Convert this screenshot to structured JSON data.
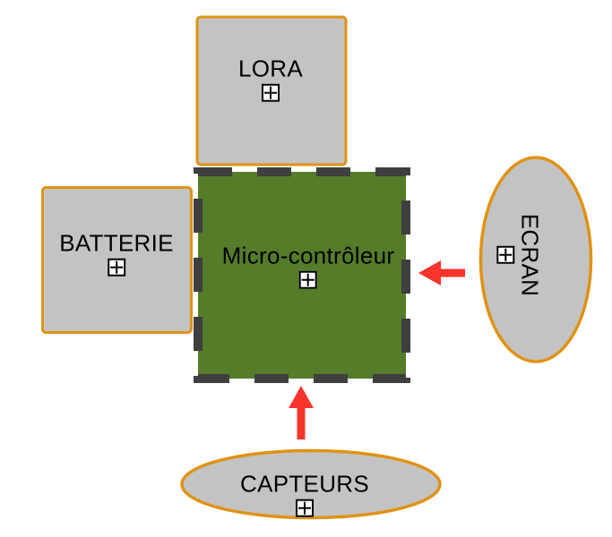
{
  "diagram": {
    "nodes": {
      "lora": {
        "label": "LORA",
        "shape": "rectangle"
      },
      "batterie": {
        "label": "BATTERIE",
        "shape": "rectangle"
      },
      "micro": {
        "label": "Micro-contrôleur",
        "shape": "rectangle-dashed"
      },
      "ecran": {
        "label": "ECRAN",
        "shape": "ellipse",
        "text_rotation": "90deg"
      },
      "capteurs": {
        "label": "CAPTEURS",
        "shape": "ellipse"
      }
    },
    "connections": [
      {
        "from": "ecran",
        "to": "micro",
        "direction": "left",
        "style": "red-arrow"
      },
      {
        "from": "capteurs",
        "to": "micro",
        "direction": "up",
        "style": "red-arrow"
      }
    ],
    "icons": {
      "expand_symbol": "+"
    },
    "colors": {
      "background": "#ffffff",
      "node_fill": "#c3c3c3",
      "node_stroke": "#e09214",
      "hub_fill": "#547c29",
      "hub_stroke": "#3f3f3f",
      "arrow": "#fa342c",
      "text": "#000000"
    }
  }
}
